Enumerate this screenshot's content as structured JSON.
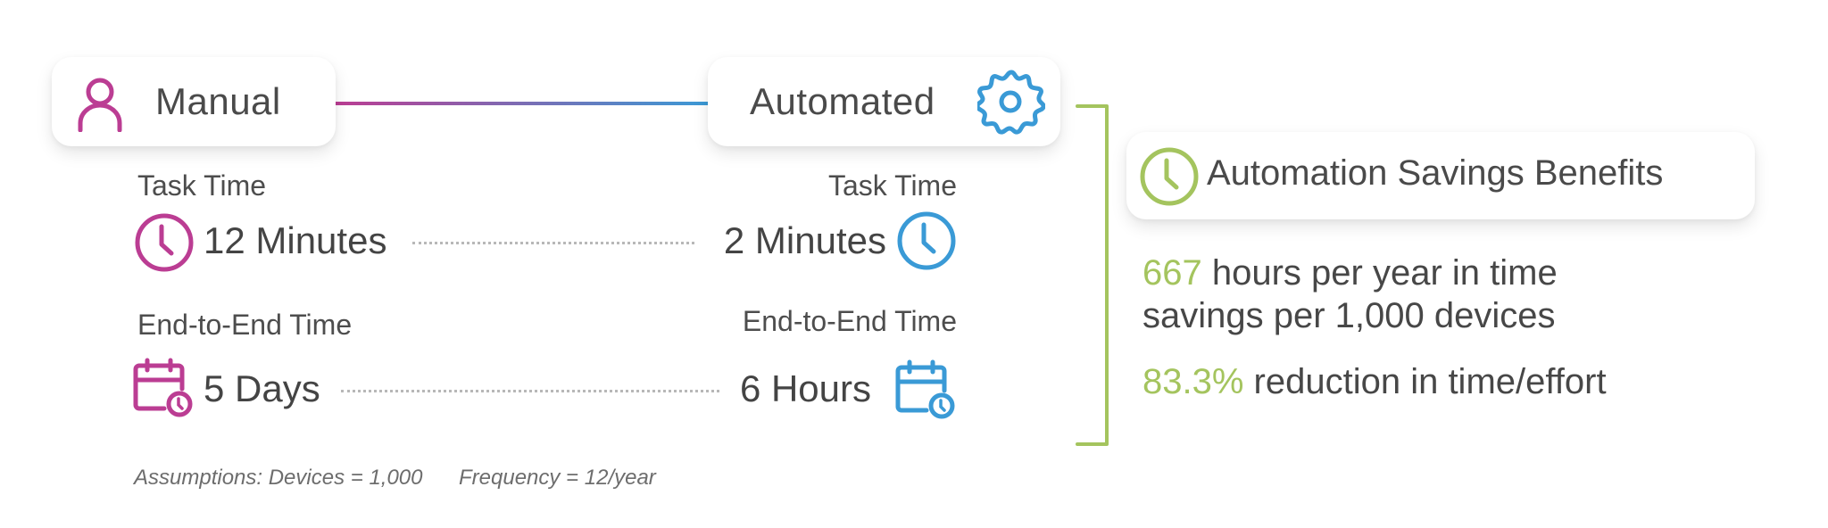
{
  "manual": {
    "title": "Manual",
    "icon": "user-icon",
    "task_time_label": "Task Time",
    "task_time_value": "12 Minutes",
    "e2e_label": "End-to-End Time",
    "e2e_value": "5 Days"
  },
  "automated": {
    "title": "Automated",
    "icon": "gear-icon",
    "task_time_label": "Task Time",
    "task_time_value": "2 Minutes",
    "e2e_label": "End-to-End Time",
    "e2e_value": "6 Hours"
  },
  "benefits": {
    "title": "Automation Savings Benefits",
    "items": [
      {
        "highlight": "667",
        "text_line1": " hours per year in time",
        "text_line2": "savings per 1,000 devices"
      },
      {
        "highlight": "83.3%",
        "text_line1": " reduction in time/effort"
      }
    ]
  },
  "assumptions": {
    "devices": "Assumptions: Devices = 1,000",
    "frequency": "Frequency = 12/year"
  },
  "colors": {
    "manual": "#bb3d93",
    "automated": "#3a9ad6",
    "benefit": "#a4c45e",
    "text": "#4a4a4a"
  }
}
